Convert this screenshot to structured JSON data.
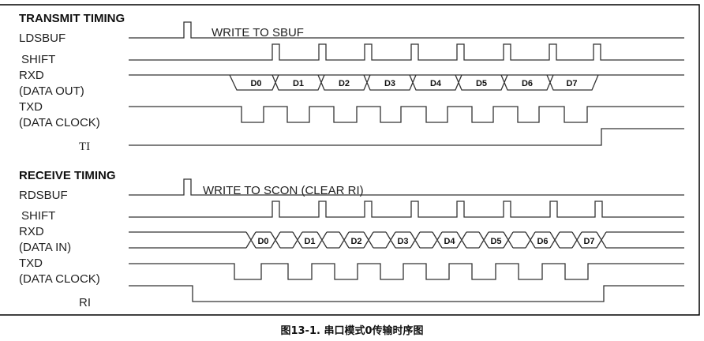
{
  "transmit": {
    "title": "TRANSMIT TIMING",
    "signals": {
      "ldsbuf": "LDSBUF",
      "ldsbuf_note": "WRITE TO SBUF",
      "shift": "SHIFT",
      "rxd": "RXD",
      "rxd_sub": "(DATA OUT)",
      "txd": "TXD",
      "txd_sub": "(DATA CLOCK)",
      "flag": "TI"
    },
    "bits": [
      "D0",
      "D1",
      "D2",
      "D3",
      "D4",
      "D5",
      "D6",
      "D7"
    ]
  },
  "receive": {
    "title": "RECEIVE TIMING",
    "signals": {
      "rdsbuf": "RDSBUF",
      "rdsbuf_note": "WRITE TO SCON (CLEAR RI)",
      "shift": "SHIFT",
      "rxd": "RXD",
      "rxd_sub": "(DATA IN)",
      "txd": "TXD",
      "txd_sub": "(DATA CLOCK)",
      "flag": "RI"
    },
    "bits": [
      "D0",
      "D1",
      "D2",
      "D3",
      "D4",
      "D5",
      "D6",
      "D7"
    ]
  },
  "caption": "图13-1. 串口模式0传输时序图"
}
